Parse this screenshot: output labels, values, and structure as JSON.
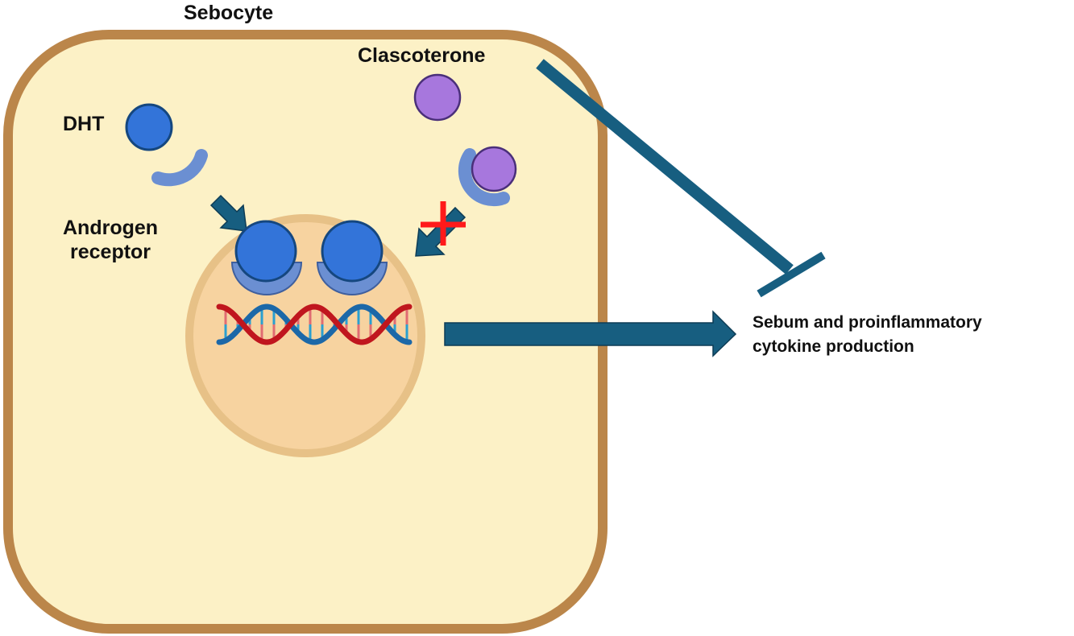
{
  "title": "Sebocyte",
  "labels": {
    "dht": "DHT",
    "androgen_receptor_line1": "Androgen",
    "androgen_receptor_line2": "receptor",
    "clascoterone": "Clascoterone",
    "outcome_line1": "Sebum and proinflammatory",
    "outcome_line2": "cytokine production"
  },
  "colors": {
    "cell_fill": "#fcf1c6",
    "cell_border": "#bb864a",
    "nucleus_fill": "#f7d3a0",
    "nucleus_border": "#e7c187",
    "dht": "#3374d9",
    "receptor": "#6b8fd2",
    "clascoterone": "#a777dd",
    "arrow": "#175e80",
    "block_mark": "#ff1a1a",
    "dna_red": "#c0161e",
    "dna_blue": "#1c68a8"
  },
  "relations": [
    {
      "from": "DHT + Androgen receptor",
      "to": "Nucleus",
      "type": "activates"
    },
    {
      "from": "Clascoterone + Androgen receptor",
      "to": "Nucleus",
      "type": "blocked"
    },
    {
      "from": "Nucleus (gene transcription)",
      "to": "Sebum and proinflammatory cytokine production",
      "type": "activates"
    },
    {
      "from": "Clascoterone",
      "to": "Sebum and proinflammatory cytokine production",
      "type": "inhibits"
    }
  ]
}
